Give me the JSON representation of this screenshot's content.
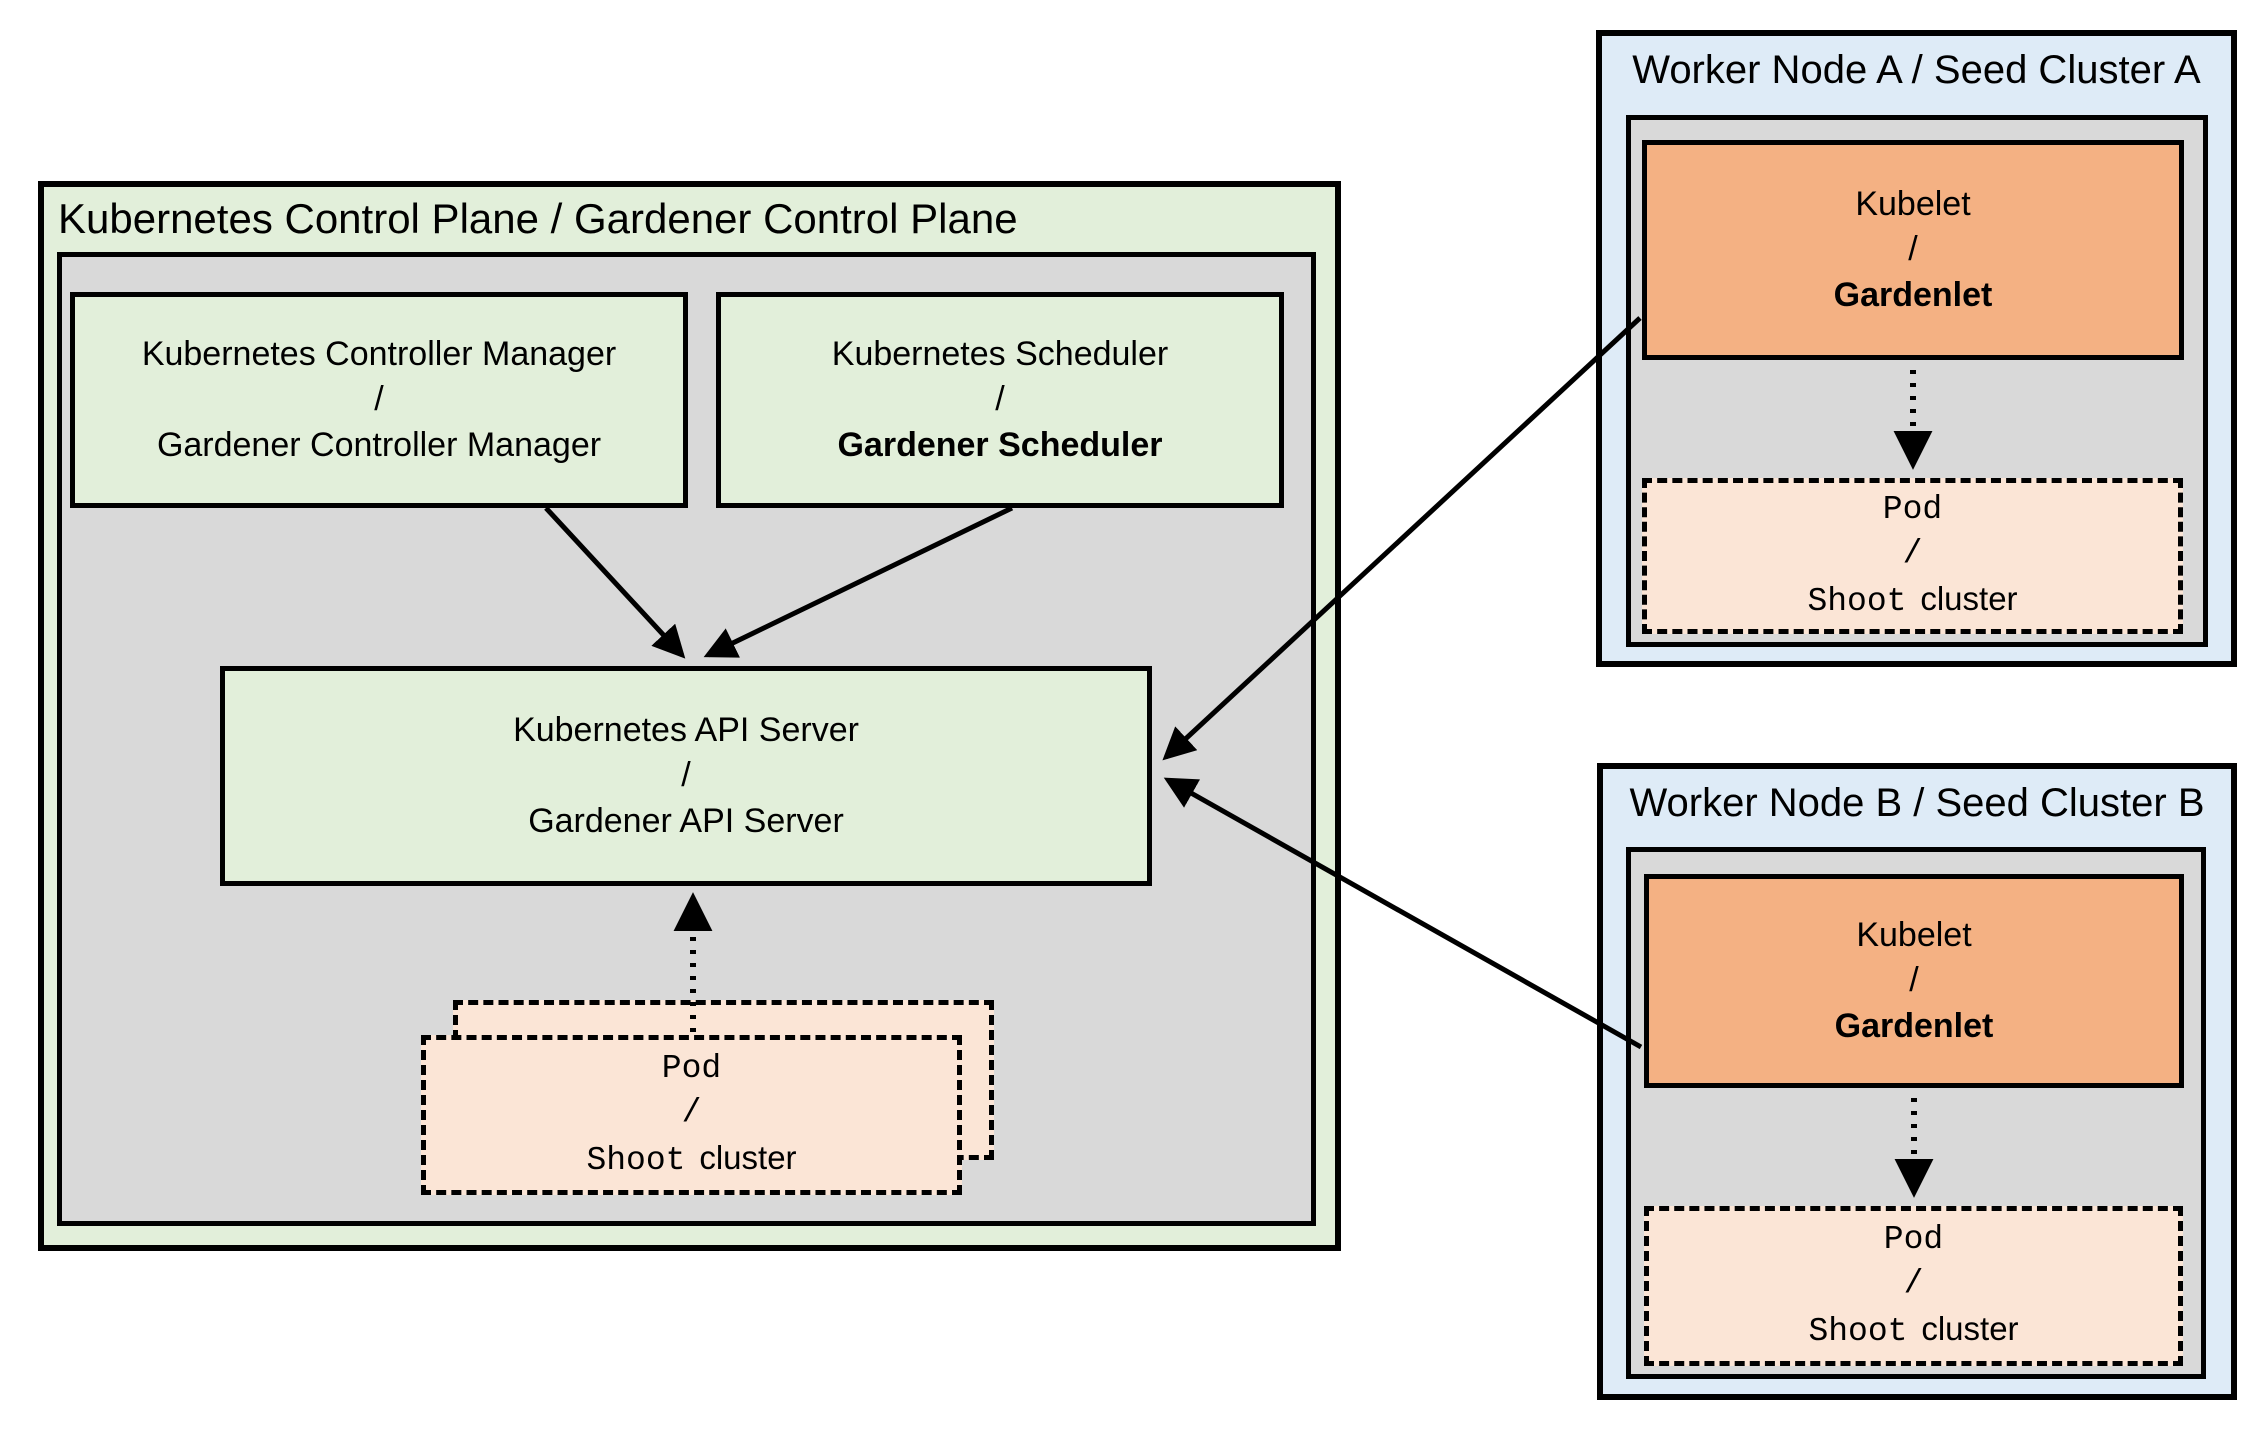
{
  "colors": {
    "background": "#ffffff",
    "green_fill": "#e2efda",
    "gray_fill": "#d9d9d9",
    "blue_fill": "#deebf7",
    "orange_fill": "#f4b183",
    "peach_fill": "#fbe5d6",
    "border": "#000000"
  },
  "control_plane": {
    "title": "Kubernetes Control Plane / Gardener Control Plane",
    "controller_manager": {
      "line1": "Kubernetes Controller Manager",
      "separator": "/",
      "line2": "Gardener Controller Manager"
    },
    "scheduler": {
      "line1": "Kubernetes Scheduler",
      "separator": "/",
      "line2": "Gardener Scheduler"
    },
    "api_server": {
      "line1": "Kubernetes API Server",
      "separator": "/",
      "line2": "Gardener API Server"
    },
    "pod_stack": {
      "line1": "Pod",
      "separator": "/",
      "line3_mono": "Shoot",
      "line3_sans": "cluster"
    }
  },
  "worker_node_a": {
    "title": "Worker Node A / Seed Cluster A",
    "kubelet": {
      "line1": "Kubelet",
      "separator": "/",
      "line2": "Gardenlet"
    },
    "pod": {
      "line1": "Pod",
      "separator": "/",
      "line3_mono": "Shoot",
      "line3_sans": "cluster"
    }
  },
  "worker_node_b": {
    "title": "Worker Node B / Seed Cluster B",
    "kubelet": {
      "line1": "Kubelet",
      "separator": "/",
      "line2": "Gardenlet"
    },
    "pod": {
      "line1": "Pod",
      "separator": "/",
      "line3_mono": "Shoot",
      "line3_sans": "cluster"
    }
  }
}
